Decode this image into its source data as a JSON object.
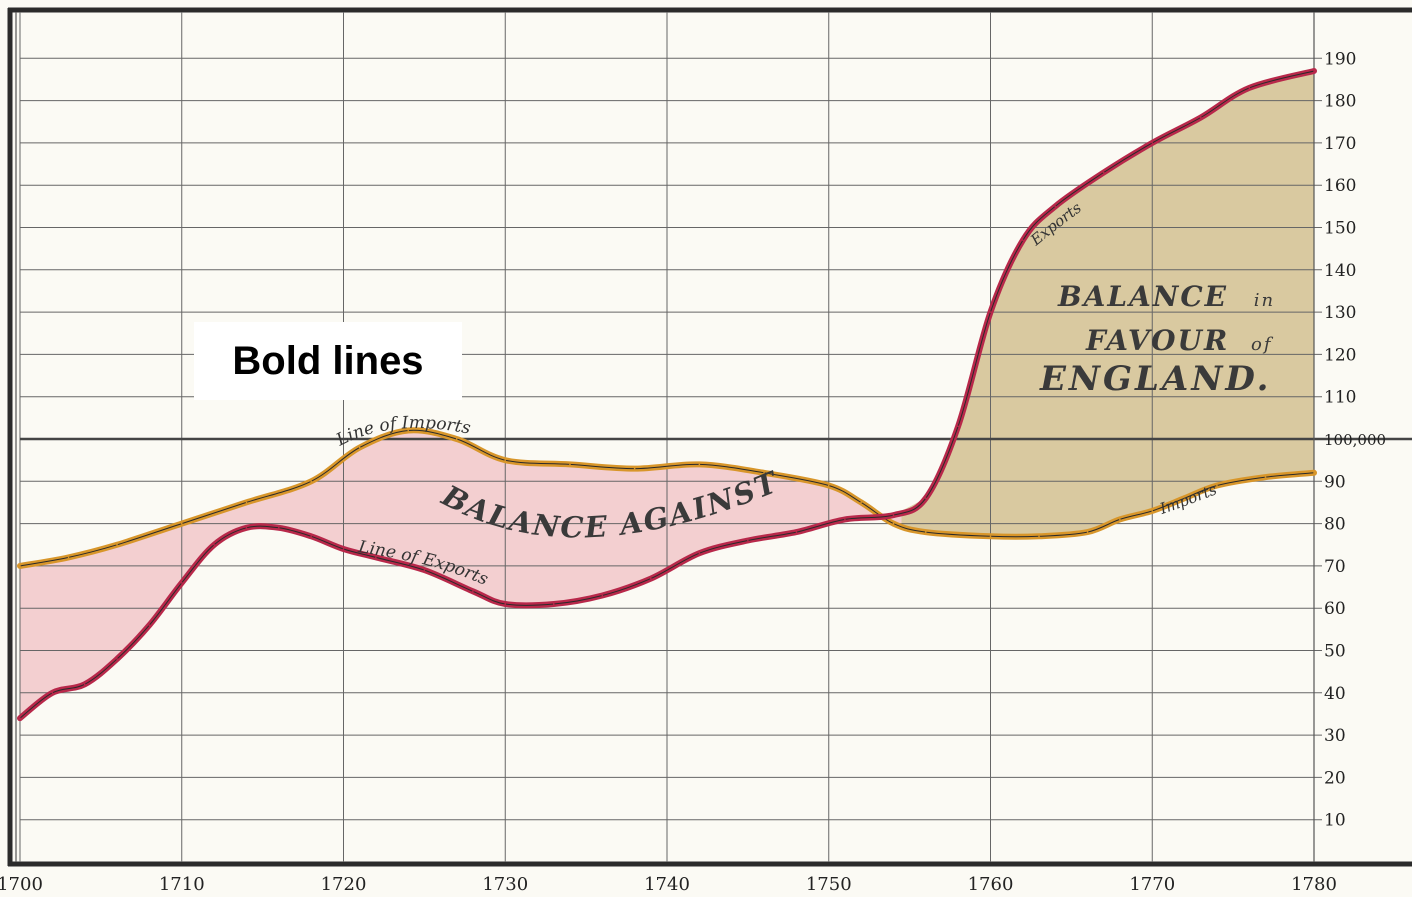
{
  "overlay": {
    "label": "Bold lines"
  },
  "chart_data": {
    "type": "area",
    "x_ticks": [
      1700,
      1710,
      1720,
      1730,
      1740,
      1750,
      1760,
      1770,
      1780
    ],
    "y_ticks": [
      {
        "value": 10,
        "label": "10"
      },
      {
        "value": 20,
        "label": "20"
      },
      {
        "value": 30,
        "label": "30"
      },
      {
        "value": 40,
        "label": "40"
      },
      {
        "value": 50,
        "label": "50"
      },
      {
        "value": 60,
        "label": "60"
      },
      {
        "value": 70,
        "label": "70"
      },
      {
        "value": 80,
        "label": "80"
      },
      {
        "value": 90,
        "label": "90"
      },
      {
        "value": 100,
        "label": "100,000"
      },
      {
        "value": 110,
        "label": "110"
      },
      {
        "value": 120,
        "label": "120"
      },
      {
        "value": 130,
        "label": "130"
      },
      {
        "value": 140,
        "label": "140"
      },
      {
        "value": 150,
        "label": "150"
      },
      {
        "value": 160,
        "label": "160"
      },
      {
        "value": 170,
        "label": "170"
      },
      {
        "value": 180,
        "label": "180"
      },
      {
        "value": 190,
        "label": "190"
      }
    ],
    "xlim": [
      1700,
      1780
    ],
    "ylim": [
      0,
      200
    ],
    "grid": true,
    "series": [
      {
        "id": "imports",
        "color": "#d8962a",
        "x": [
          1700,
          1703,
          1706,
          1710,
          1714,
          1718,
          1721,
          1724,
          1727,
          1730,
          1734,
          1738,
          1742,
          1746,
          1750,
          1752,
          1754,
          1756,
          1760,
          1763,
          1766,
          1768,
          1770,
          1772,
          1774,
          1777,
          1780
        ],
        "values": [
          70,
          72,
          75,
          80,
          85,
          90,
          98,
          102,
          100,
          95,
          94,
          93,
          94,
          92,
          89,
          85,
          80,
          78,
          77,
          77,
          78,
          81,
          83,
          86,
          89,
          91,
          92
        ]
      },
      {
        "id": "exports",
        "color": "#b8284a",
        "x": [
          1700,
          1702,
          1704,
          1706,
          1708,
          1710,
          1712,
          1714,
          1716,
          1718,
          1720,
          1722,
          1725,
          1728,
          1730,
          1733,
          1736,
          1739,
          1742,
          1745,
          1748,
          1751,
          1754,
          1756,
          1758,
          1760,
          1762,
          1764,
          1767,
          1770,
          1773,
          1776,
          1780
        ],
        "values": [
          34,
          40,
          42,
          48,
          56,
          66,
          75,
          79,
          79,
          77,
          74,
          72,
          69,
          64,
          61,
          61,
          63,
          67,
          73,
          76,
          78,
          81,
          82,
          86,
          103,
          130,
          147,
          155,
          163,
          170,
          176,
          183,
          187
        ]
      }
    ],
    "areas": [
      {
        "label_main": "BALANCE AGAINST",
        "color": "#f3cfd0"
      },
      {
        "label_main": "BALANCE",
        "label_in": "in",
        "label_favour": "FAVOUR",
        "label_of": "of",
        "label_country": "ENGLAND.",
        "color": "#d9c9a0"
      }
    ],
    "annotations": {
      "line_of_imports": "Line of Imports",
      "line_of_exports": "Line of Exports",
      "exports_short": "Exports",
      "imports_short": "Imports"
    }
  }
}
